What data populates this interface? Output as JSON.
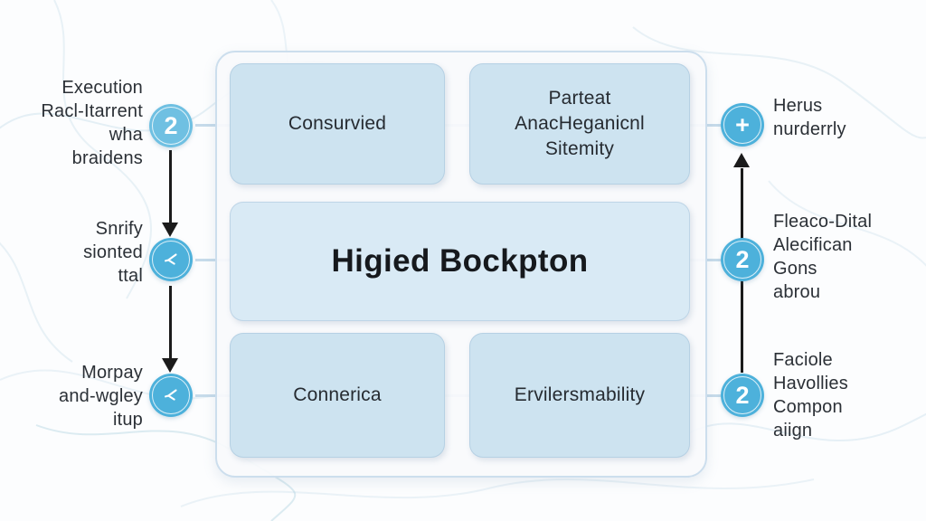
{
  "diagram": {
    "center": {
      "top_left_box": "Consurvied",
      "top_right_box": "Parteat\nAnacHeganicnl\nSitemity",
      "title_box": "Higied Bockpton",
      "bottom_left_box": "Connerica",
      "bottom_right_box": "Ervilersmability"
    },
    "left_steps": [
      {
        "badge": "2",
        "icon": "number-badge",
        "label": "Execution\nRacl-Itarrent\nwha\nbraidens"
      },
      {
        "badge": "",
        "icon": "share-icon",
        "label": "Snrify\nsionted\nttal"
      },
      {
        "badge": "",
        "icon": "share-icon",
        "label": "Morpay\nand-wgley\nitup"
      }
    ],
    "right_steps": [
      {
        "badge": "+",
        "icon": "plus-badge",
        "label": "Herus\nnurderrly"
      },
      {
        "badge": "2",
        "icon": "number-badge",
        "label": "Fleaco-Dital\nAlecifican\nGons\nabrou"
      },
      {
        "badge": "2",
        "icon": "number-badge",
        "label": "Faciole\nHavollies\nCompon\naiign"
      }
    ],
    "colors": {
      "badge_blue": "#4db1db",
      "badge_blue_light": "#6fc0e2",
      "box_fill": "#cde3f0",
      "box_fill_center": "#d9eaf5",
      "panel_border": "#ccdeed",
      "connector": "#c6dbea",
      "arrow": "#1b1b1b",
      "text": "#2b3036"
    }
  }
}
